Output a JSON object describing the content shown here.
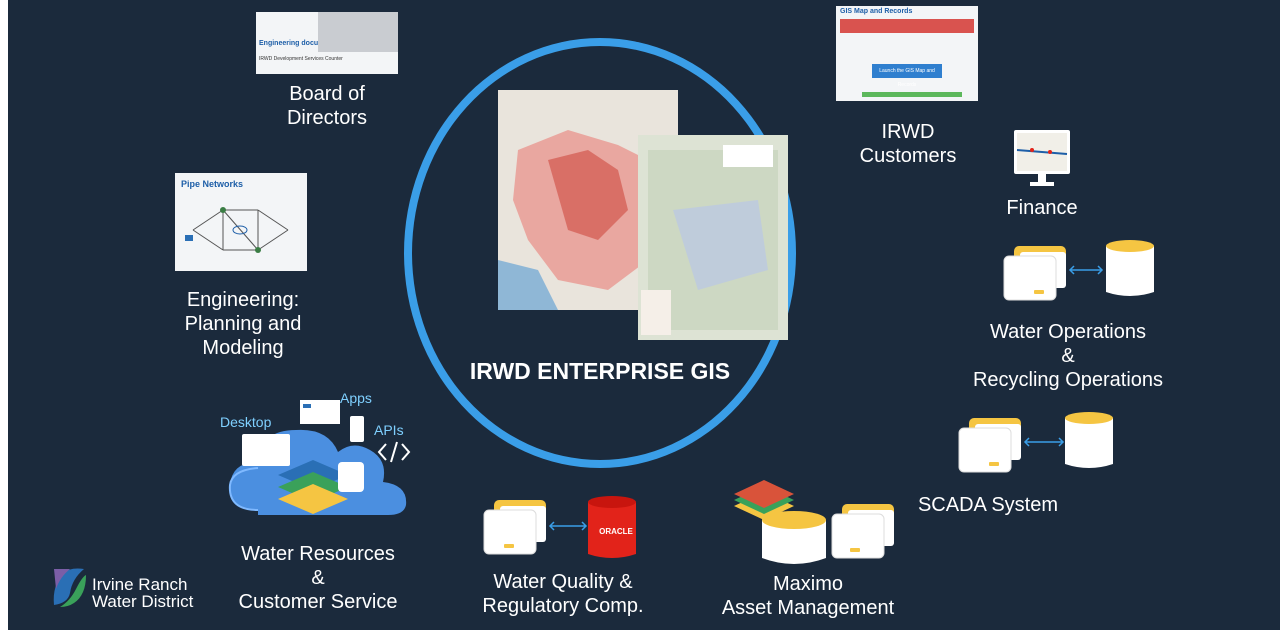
{
  "hub": {
    "title": "IRWD ENTERPRISE GIS"
  },
  "thumbnails": {
    "board": {
      "header": "Engineering documents",
      "subheader": "IRWD Development Services Counter"
    },
    "engineering": {
      "title": "Pipe Networks"
    },
    "customers": {
      "header": "GIS Map and Records",
      "button": "Launch the GIS Map and Records"
    }
  },
  "nodes": {
    "board": "Board of\nDirectors",
    "engineering": "Engineering:\nPlanning and\nModeling",
    "water_resources": "Water Resources\n&\nCustomer Service",
    "water_quality": "Water Quality &\nRegulatory Comp.",
    "maximo": "Maximo\nAsset Management",
    "scada": "SCADA System",
    "water_ops": "Water Operations\n&\nRecycling Operations",
    "finance": "Finance",
    "customers": "IRWD\nCustomers"
  },
  "cloud_labels": {
    "desktop": "Desktop",
    "apps": "Apps",
    "apis": "APIs"
  },
  "oracle_label": "ORACLE",
  "logo": {
    "line1": "Irvine Ranch",
    "line2": "Water District"
  },
  "colors": {
    "background": "#1b2a3c",
    "ring": "#3a9ee8",
    "accent_yellow": "#f5c542",
    "oracle_red": "#e2231a",
    "link_blue": "#3a9ee8"
  }
}
